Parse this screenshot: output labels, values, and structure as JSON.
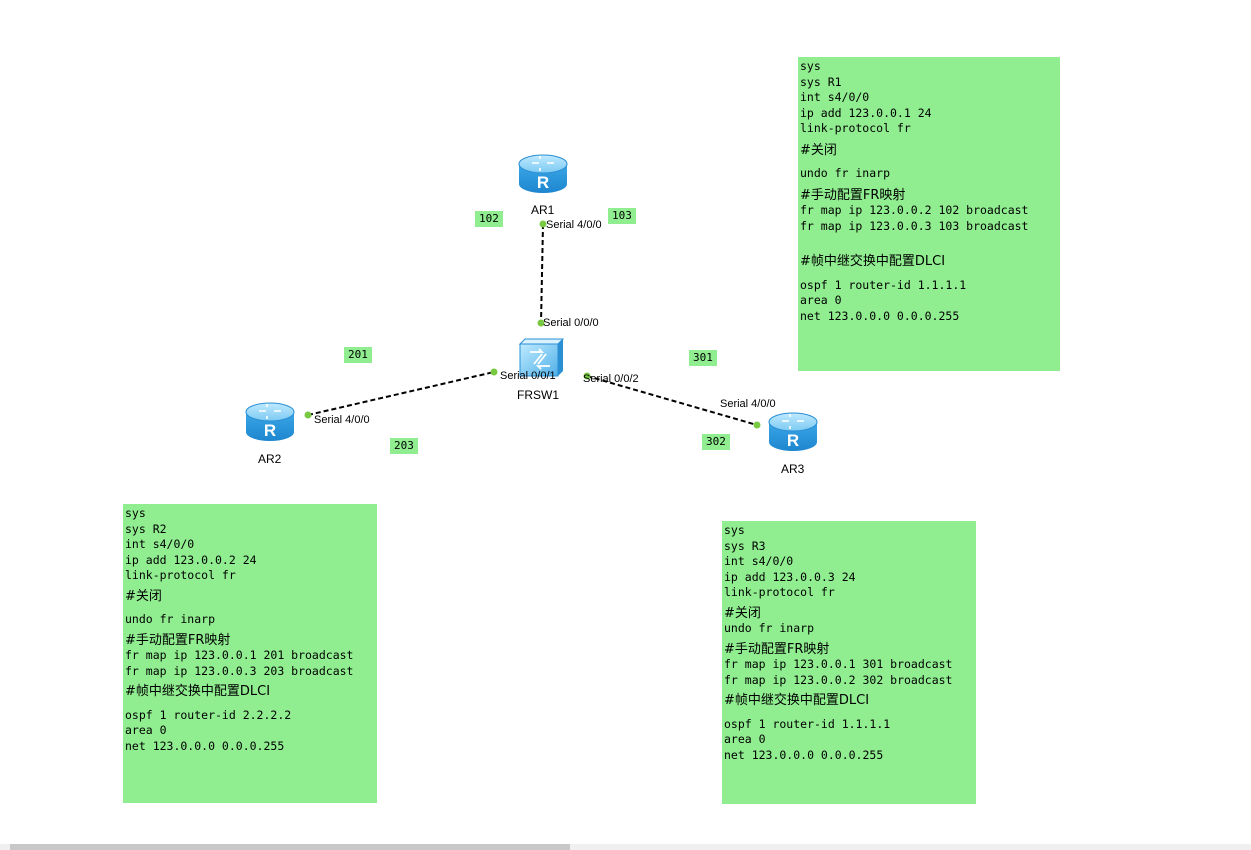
{
  "devices": {
    "ar1": {
      "name": "AR1",
      "icon": "router-icon"
    },
    "ar2": {
      "name": "AR2",
      "icon": "router-icon"
    },
    "ar3": {
      "name": "AR3",
      "icon": "router-icon"
    },
    "frsw1": {
      "name": "FRSW1",
      "icon": "frame-relay-switch-icon"
    }
  },
  "ports": {
    "ar1_s400": "Serial 4/0/0",
    "frsw_s000": "Serial 0/0/0",
    "frsw_s001": "Serial 0/0/1",
    "frsw_s002": "Serial 0/0/2",
    "ar2_s400": "Serial 4/0/0",
    "ar3_s400": "Serial 4/0/0"
  },
  "dlci": {
    "d102": "102",
    "d103": "103",
    "d201": "201",
    "d203": "203",
    "d301": "301",
    "d302": "302"
  },
  "configs": {
    "r1": {
      "lines": [
        "sys",
        "sys R1",
        "int s4/0/0",
        "ip add 123.0.0.1 24",
        "link-protocol fr"
      ],
      "c1": "#关闭",
      "l2": "undo fr inarp",
      "c2": "#手动配置FR映射",
      "map1": "fr map ip 123.0.0.2 102 broadcast",
      "map2": "fr map ip 123.0.0.3 103 broadcast",
      "c3": "#帧中继交换中配置DLCI",
      "o1": "ospf 1 router-id 1.1.1.1",
      "o2": "area 0",
      "o3": "net 123.0.0.0 0.0.0.255"
    },
    "r2": {
      "lines": [
        "sys",
        "sys R2",
        "int s4/0/0",
        "ip add 123.0.0.2 24",
        "link-protocol fr"
      ],
      "c1": "#关闭",
      "l2": "undo fr inarp",
      "c2": "#手动配置FR映射",
      "map1": "fr map ip 123.0.0.1 201 broadcast",
      "map2": "fr map ip 123.0.0.3 203 broadcast",
      "c3": "#帧中继交换中配置DLCI",
      "o1": "ospf 1 router-id 2.2.2.2",
      "o2": "area 0",
      "o3": "net 123.0.0.0 0.0.0.255"
    },
    "r3": {
      "lines": [
        "sys",
        "sys R3",
        "int s4/0/0",
        "ip add 123.0.0.3 24",
        "link-protocol fr"
      ],
      "c1": "#关闭",
      "l2": "undo fr inarp",
      "c2": "#手动配置FR映射",
      "map1": "fr map ip 123.0.0.1 301 broadcast",
      "map2": "fr map ip 123.0.0.2 302 broadcast",
      "c3": "#帧中继交换中配置DLCI",
      "o1": "ospf 1 router-id 1.1.1.1",
      "o2": "area 0",
      "o3": "net 123.0.0.0 0.0.0.255"
    }
  },
  "colors": {
    "note_bg": "#90ee90",
    "link_dot": "#7ac943",
    "router_blue": "#4fb0e8"
  }
}
